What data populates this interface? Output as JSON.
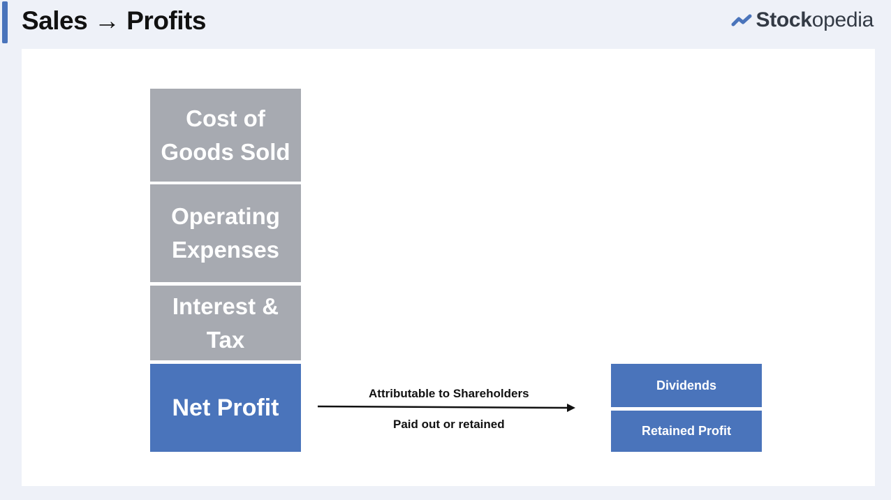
{
  "header": {
    "title": "Sales → Profits",
    "logo": {
      "strong": "Stock",
      "light": "opedia",
      "icon": "trend-line-icon"
    }
  },
  "diagram": {
    "stack": [
      {
        "label_line1": "Cost of",
        "label_line2": "Goods Sold"
      },
      {
        "label_line1": "Operating",
        "label_line2": "Expenses"
      },
      {
        "label_line1": "Interest &",
        "label_line2": "Tax"
      }
    ],
    "net_profit": "Net Profit",
    "arrow": {
      "top_label": "Attributable to Shareholders",
      "bottom_label": "Paid out or retained"
    },
    "outcomes": {
      "dividends": "Dividends",
      "retained": "Retained Profit"
    }
  },
  "colors": {
    "accent": "#4a74bb",
    "grey_block": "#a7aab1",
    "background": "#eef1f8",
    "canvas": "#ffffff"
  }
}
